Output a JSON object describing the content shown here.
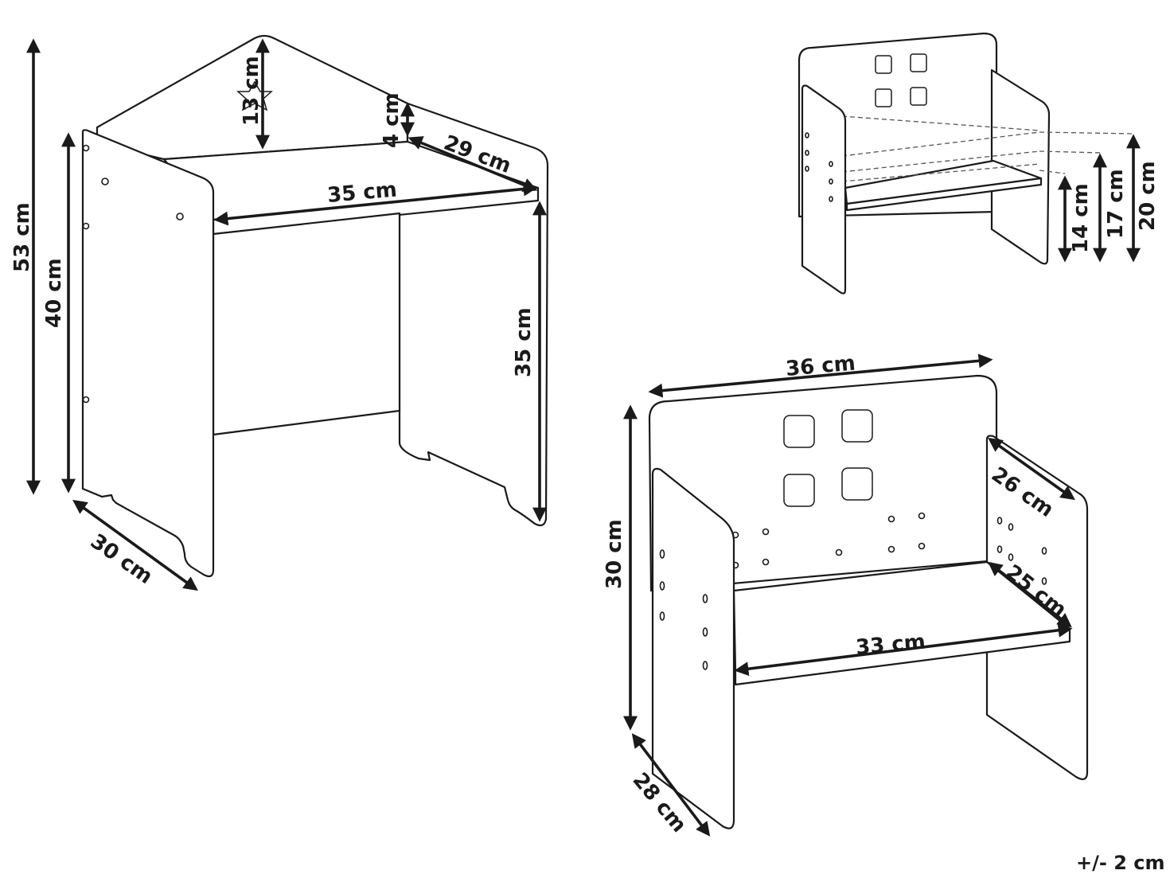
{
  "labels": {
    "stool_height_total": "53 cm",
    "stool_height_side": "40 cm",
    "stool_star_height": "13 cm",
    "stool_back_height": "4 cm",
    "stool_depth_top": "29 cm",
    "stool_width_top": "35 cm",
    "stool_height_front": "35 cm",
    "stool_depth_base": "30 cm",
    "seat_pos_1": "14 cm",
    "seat_pos_2": "17 cm",
    "seat_pos_3": "20 cm",
    "chair_width_total": "36 cm",
    "chair_height": "30 cm",
    "chair_depth_top": "26 cm",
    "chair_depth_seat": "25 cm",
    "chair_seat_width": "33 cm",
    "chair_depth_base": "28 cm",
    "tolerance": "+/- 2 cm"
  },
  "icons": {
    "star": "star-icon"
  }
}
